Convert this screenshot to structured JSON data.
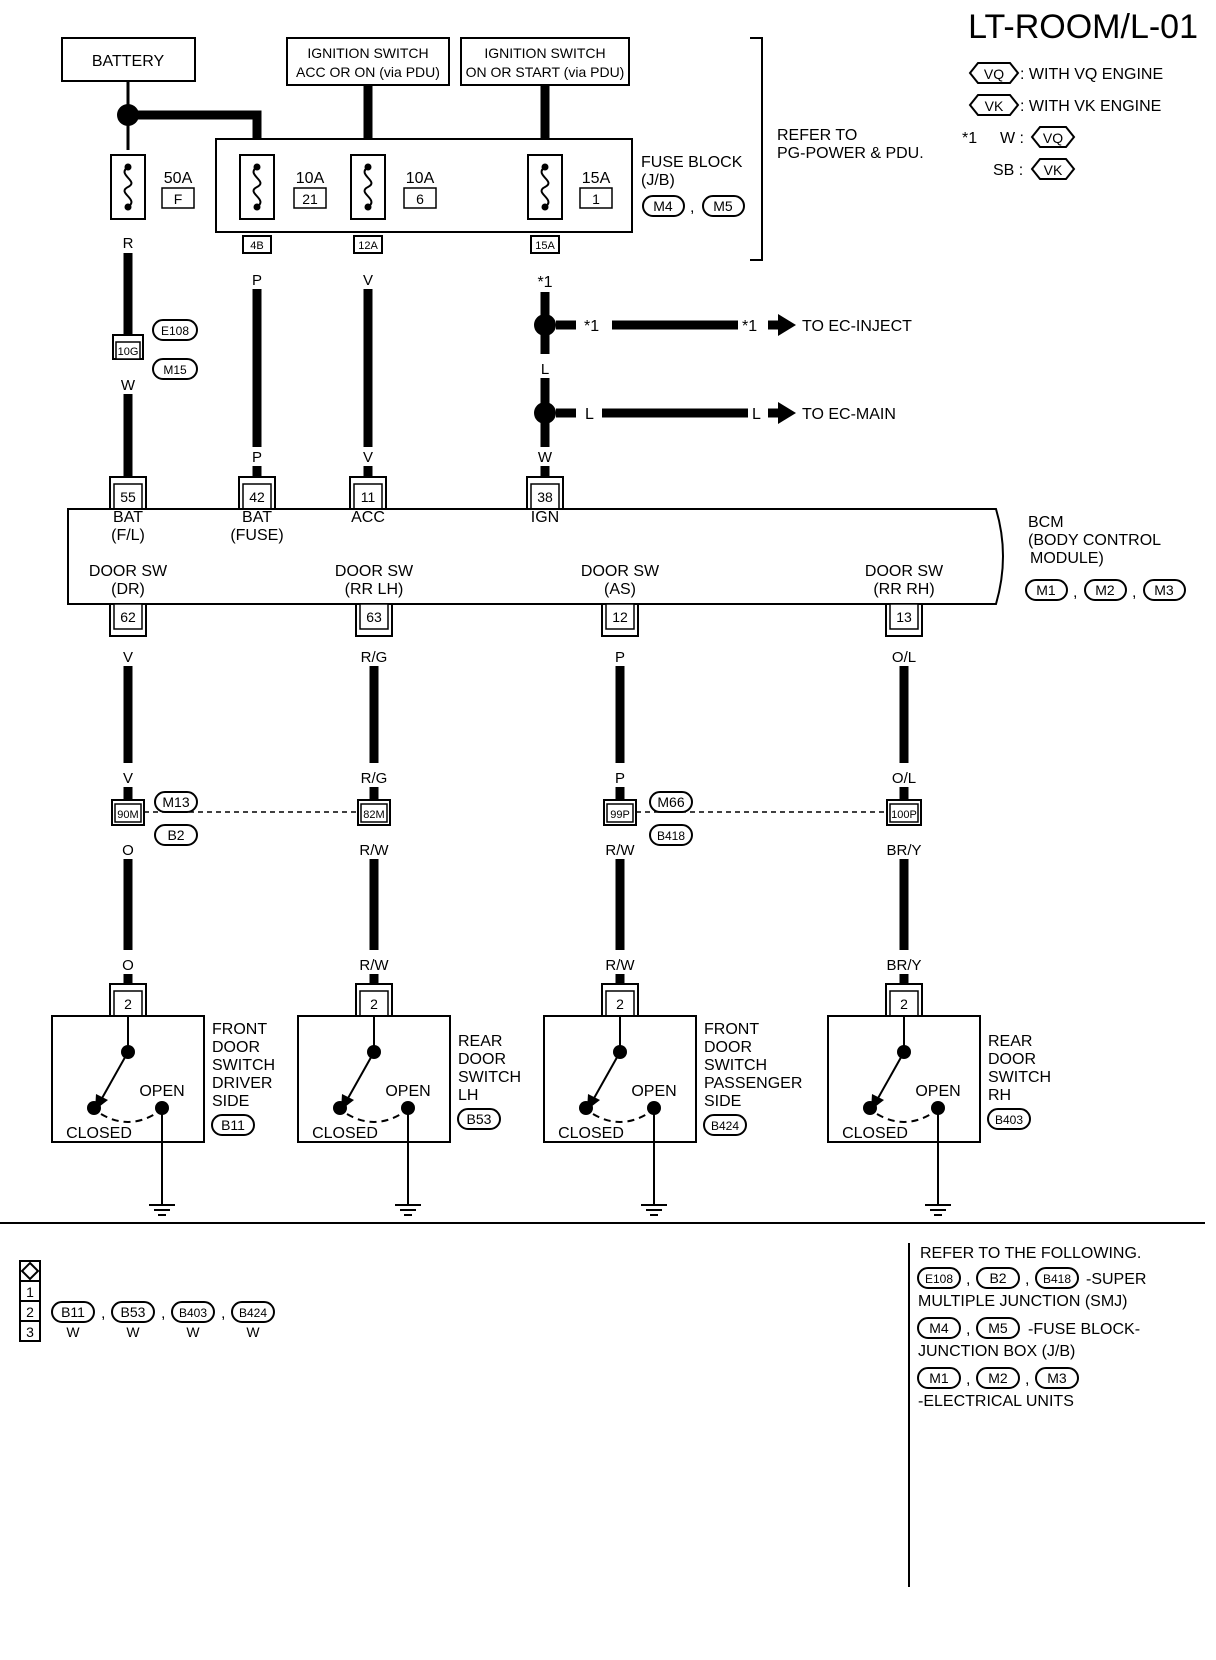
{
  "title": "LT-ROOM/L-01",
  "legend": {
    "vq_badge": "VQ",
    "vq_text": ": WITH VQ ENGINE",
    "vk_badge": "VK",
    "vk_text": ": WITH VK ENGINE",
    "note_mark": "*1",
    "note_w": "W :",
    "note_w_badge": "VQ",
    "note_sb": "SB :",
    "note_sb_badge": "VK"
  },
  "sources": {
    "battery": "BATTERY",
    "ign1_line1": "IGNITION SWITCH",
    "ign1_line2": "ACC OR ON (via PDU)",
    "ign2_line1": "IGNITION SWITCH",
    "ign2_line2": "ON OR START (via PDU)"
  },
  "refer_power": {
    "line1": "REFER TO",
    "line2": "PG-POWER & PDU."
  },
  "fuses": {
    "f1_amp": "50A",
    "f1_id": "F",
    "f2_amp": "10A",
    "f2_id": "21",
    "f3_amp": "10A",
    "f3_id": "6",
    "f4_amp": "15A",
    "f4_id": "1"
  },
  "fuse_block": {
    "line1": "FUSE BLOCK",
    "line2": "(J/B)",
    "conn1": "M4",
    "conn2": "M5"
  },
  "fuse_terms": {
    "t2": "4B",
    "t3": "12A",
    "t4": "15A"
  },
  "wires": {
    "w1_top": "R",
    "w1_bot": "W",
    "w2_top": "P",
    "w2_bot": "P",
    "w3_top": "V",
    "w3_bot": "V",
    "w4_star": "*1",
    "w4_mid": "L",
    "w4_bot": "W"
  },
  "junction_top": {
    "term": "10G",
    "conn1": "E108",
    "conn2": "M15"
  },
  "branches": {
    "b1_left": "*1",
    "b1_right": "*1",
    "b1_to": "TO EC-INJECT",
    "b2_left": "L",
    "b2_right": "L",
    "b2_to": "TO EC-MAIN"
  },
  "bcm": {
    "name_line1": "BCM",
    "name_line2": "(BODY CONTROL",
    "name_line3": "MODULE)",
    "conn1": "M1",
    "conn2": "M2",
    "conn3": "M3",
    "top_pins": [
      {
        "num": "55",
        "label1": "BAT",
        "label2": "(F/L)"
      },
      {
        "num": "42",
        "label1": "BAT",
        "label2": "(FUSE)"
      },
      {
        "num": "11",
        "label1": "ACC",
        "label2": ""
      },
      {
        "num": "38",
        "label1": "IGN",
        "label2": ""
      }
    ],
    "bottom_pins": [
      {
        "num": "62",
        "label1": "DOOR SW",
        "label2": "(DR)"
      },
      {
        "num": "63",
        "label1": "DOOR SW",
        "label2": "(RR LH)"
      },
      {
        "num": "12",
        "label1": "DOOR SW",
        "label2": "(AS)"
      },
      {
        "num": "13",
        "label1": "DOOR SW",
        "label2": "(RR RH)"
      }
    ]
  },
  "door_circuits": [
    {
      "w_top": "V",
      "w_mid": "V",
      "junc": "90M",
      "w_below": "O",
      "w_sw": "O",
      "pin": "2",
      "name": [
        "FRONT",
        "DOOR",
        "SWITCH",
        "DRIVER",
        "SIDE"
      ],
      "conn": "B11"
    },
    {
      "w_top": "R/G",
      "w_mid": "R/G",
      "junc": "82M",
      "w_below": "R/W",
      "w_sw": "R/W",
      "pin": "2",
      "name": [
        "REAR",
        "DOOR",
        "SWITCH",
        "LH"
      ],
      "conn": "B53"
    },
    {
      "w_top": "P",
      "w_mid": "P",
      "junc": "99P",
      "w_below": "R/W",
      "w_sw": "R/W",
      "pin": "2",
      "name": [
        "FRONT",
        "DOOR",
        "SWITCH",
        "PASSENGER",
        "SIDE"
      ],
      "conn": "B424"
    },
    {
      "w_top": "O/L",
      "w_mid": "O/L",
      "junc": "100P",
      "w_below": "BR/Y",
      "w_sw": "BR/Y",
      "pin": "2",
      "name": [
        "REAR",
        "DOOR",
        "SWITCH",
        "RH"
      ],
      "conn": "B403"
    }
  ],
  "junction_mid": {
    "conn_a1": "M13",
    "conn_a2": "B2",
    "conn_b1": "M66",
    "conn_b2": "B418"
  },
  "switch_labels": {
    "open": "OPEN",
    "closed": "CLOSED"
  },
  "connector_table": {
    "rows": [
      "1",
      "2",
      "3"
    ],
    "row2_conns": [
      "B11",
      "B53",
      "B403",
      "B424"
    ],
    "row3_colors": [
      "W",
      "W",
      "W",
      "W"
    ]
  },
  "refer_following": {
    "header": "REFER TO THE FOLLOWING.",
    "smj_conns": [
      "E108",
      "B2",
      "B418"
    ],
    "smj_text1": "-SUPER",
    "smj_text2": "MULTIPLE JUNCTION (SMJ)",
    "jb_conns": [
      "M4",
      "M5"
    ],
    "jb_text1": "-FUSE BLOCK-",
    "jb_text2": "JUNCTION BOX (J/B)",
    "eu_conns": [
      "M1",
      "M2",
      "M3"
    ],
    "eu_text": "-ELECTRICAL UNITS"
  }
}
